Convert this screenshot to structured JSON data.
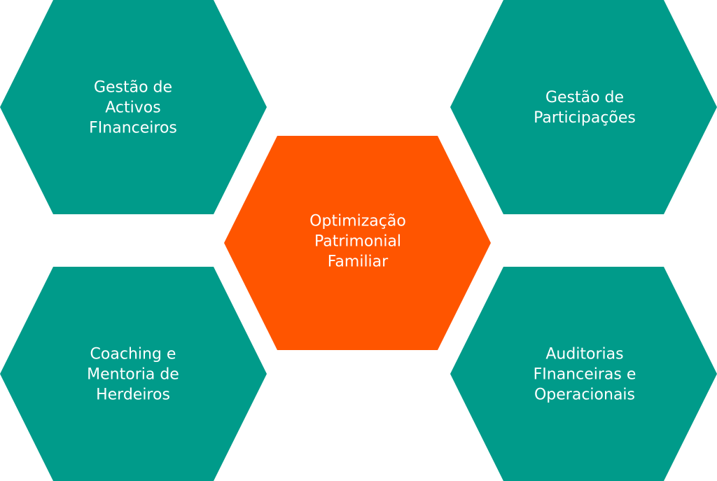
{
  "colors": {
    "teal": "#009B8A",
    "orange": "#FF5500"
  },
  "hexagons": [
    {
      "id": "top-left",
      "label": "Gestão de\nActivos\nFInanceiros",
      "color": "teal"
    },
    {
      "id": "top-right",
      "label": "Gestão de\nParticipações",
      "color": "teal"
    },
    {
      "id": "center",
      "label": "Optimização\nPatrimonial\nFamiliar",
      "color": "orange"
    },
    {
      "id": "bottom-left",
      "label": "Coaching e\nMentoria de\nHerdeiros",
      "color": "teal"
    },
    {
      "id": "bottom-right",
      "label": "Auditorias\nFInanceiras e\nOperacionais",
      "color": "teal"
    }
  ]
}
